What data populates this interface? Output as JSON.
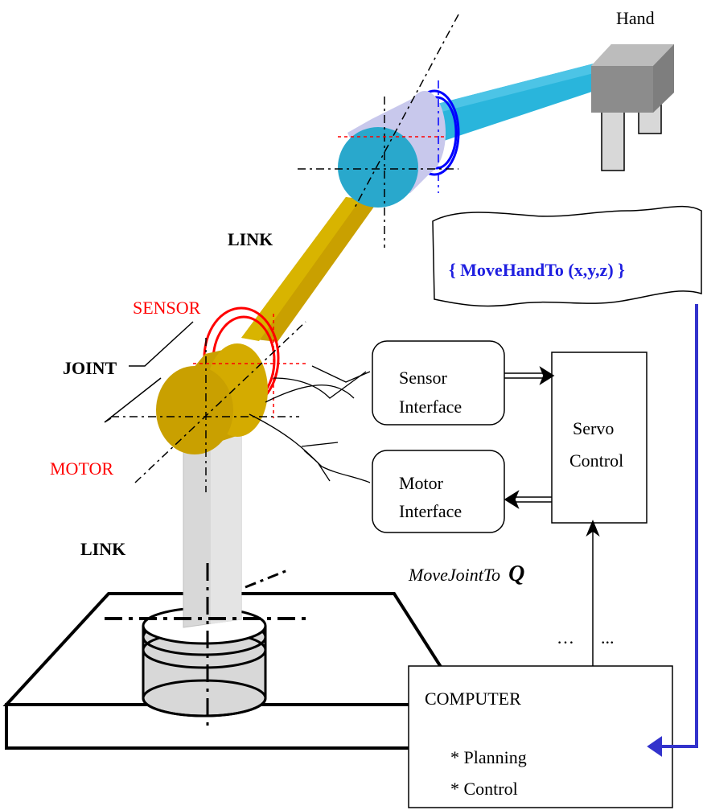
{
  "labels": {
    "hand": "Hand",
    "link_upper": "LINK",
    "link_lower": "LINK",
    "sensor": "SENSOR",
    "joint": "JOINT",
    "motor": "MOTOR",
    "command": "{ MoveHandTo (x,y,z) }",
    "sensor_interface_line1": "Sensor",
    "sensor_interface_line2": "Interface",
    "motor_interface_line1": "Motor",
    "motor_interface_line2": "Interface",
    "servo_line1": "Servo",
    "servo_line2": "Control",
    "move_joint": "MoveJointTo",
    "move_joint_q": "Q",
    "ellipsis_left": "…",
    "ellipsis_right": "...",
    "computer_title": "COMPUTER",
    "computer_item1": "* Planning",
    "computer_item2": "* Control"
  },
  "colors": {
    "upper_link": "#29b5dc",
    "lower_link": "#c9a000",
    "base_link": "#d8d8d8",
    "hand": "#8c8c8c",
    "sensor_ring_red": "#ff0000",
    "sensor_ring_blue": "#0000ff",
    "command_arrow": "#3333cc"
  }
}
